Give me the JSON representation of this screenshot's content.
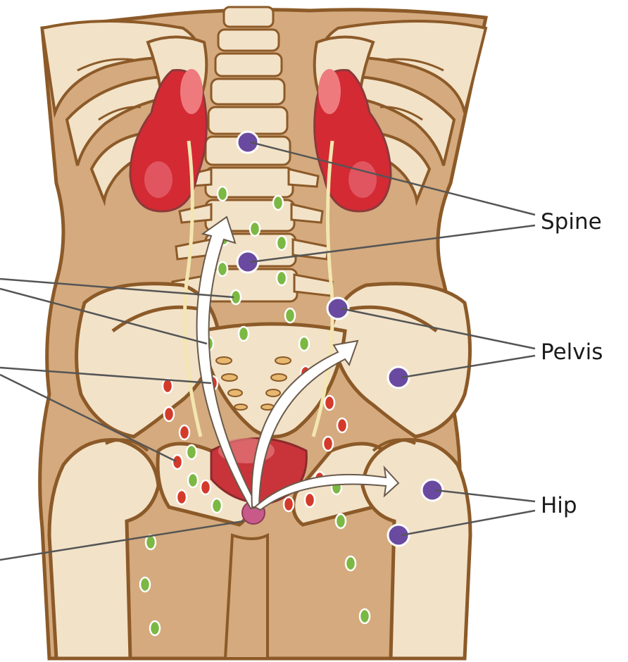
{
  "labels": {
    "spine": "Spine",
    "pelvis": "Pelvis",
    "hip": "Hip"
  },
  "colors": {
    "skin": "#d4aa7e",
    "skin_outline": "#8c5a28",
    "bone": "#f2e2c8",
    "bone_shadow": "#ddc4a0",
    "kidney": "#d42a33",
    "kidney_light": "#ee7a7e",
    "bladder": "#c8343a",
    "prostate": "#c85a8a",
    "metastasis": "#6a4aa0",
    "lymph_green": "#7cb844",
    "lymph_red": "#d33a2a",
    "arrow_fill": "#ffffff",
    "line": "#555555"
  }
}
